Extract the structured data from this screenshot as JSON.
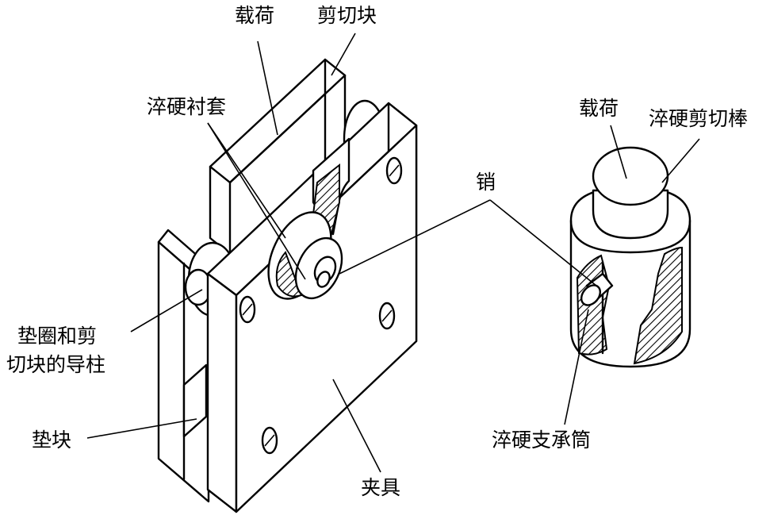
{
  "labels": {
    "load_left": "载荷",
    "shear_block": "剪切块",
    "hardened_bushing": "淬硬衬套",
    "pin": "销",
    "load_right": "载荷",
    "hardened_shear_rod": "淬硬剪切棒",
    "washer_guide_line1": "垫圈和剪",
    "washer_guide_line2": "切块的导柱",
    "spacer_block": "垫块",
    "fixture": "夹具",
    "hardened_support_tube": "淬硬支承筒"
  }
}
